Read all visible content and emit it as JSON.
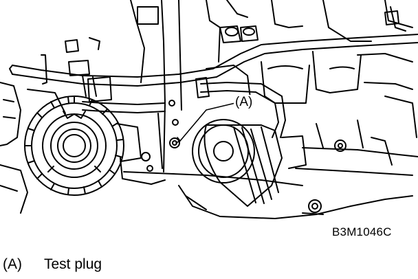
{
  "figure": {
    "callout_label": "(A)",
    "figure_code": "B3M1046C"
  },
  "legend": {
    "items": [
      {
        "key": "(A)",
        "text": "Test plug"
      }
    ]
  },
  "colors": {
    "line": "#000000",
    "background": "#ffffff"
  }
}
